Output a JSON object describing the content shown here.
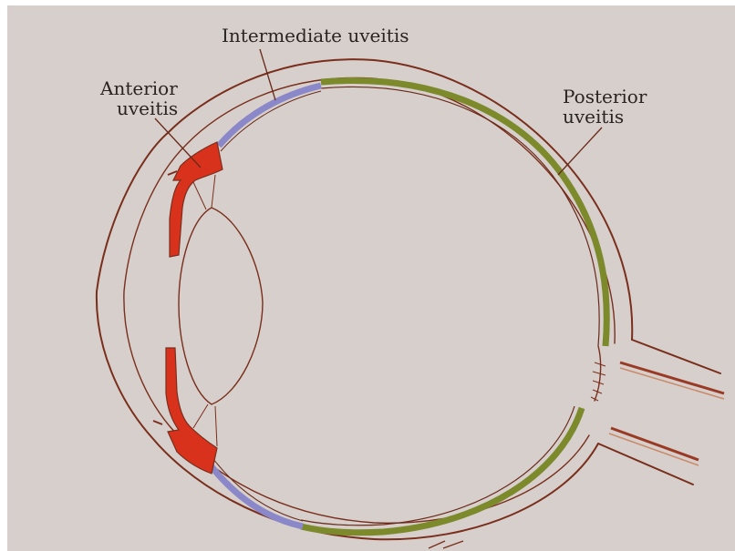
{
  "labels": {
    "intermediate": "Intermediate uveitis",
    "anterior_line1": "Anterior",
    "anterior_line2": "uveitis",
    "posterior_line1": "Posterior",
    "posterior_line2": "uveitis"
  },
  "colors": {
    "background": "#d6cfcb",
    "outline": "#7a2e1c",
    "anterior_uvea": "#d8321c",
    "intermediate_uvea": "#8a88c8",
    "posterior_uvea": "#7c8a2c",
    "text": "#2a2420"
  }
}
